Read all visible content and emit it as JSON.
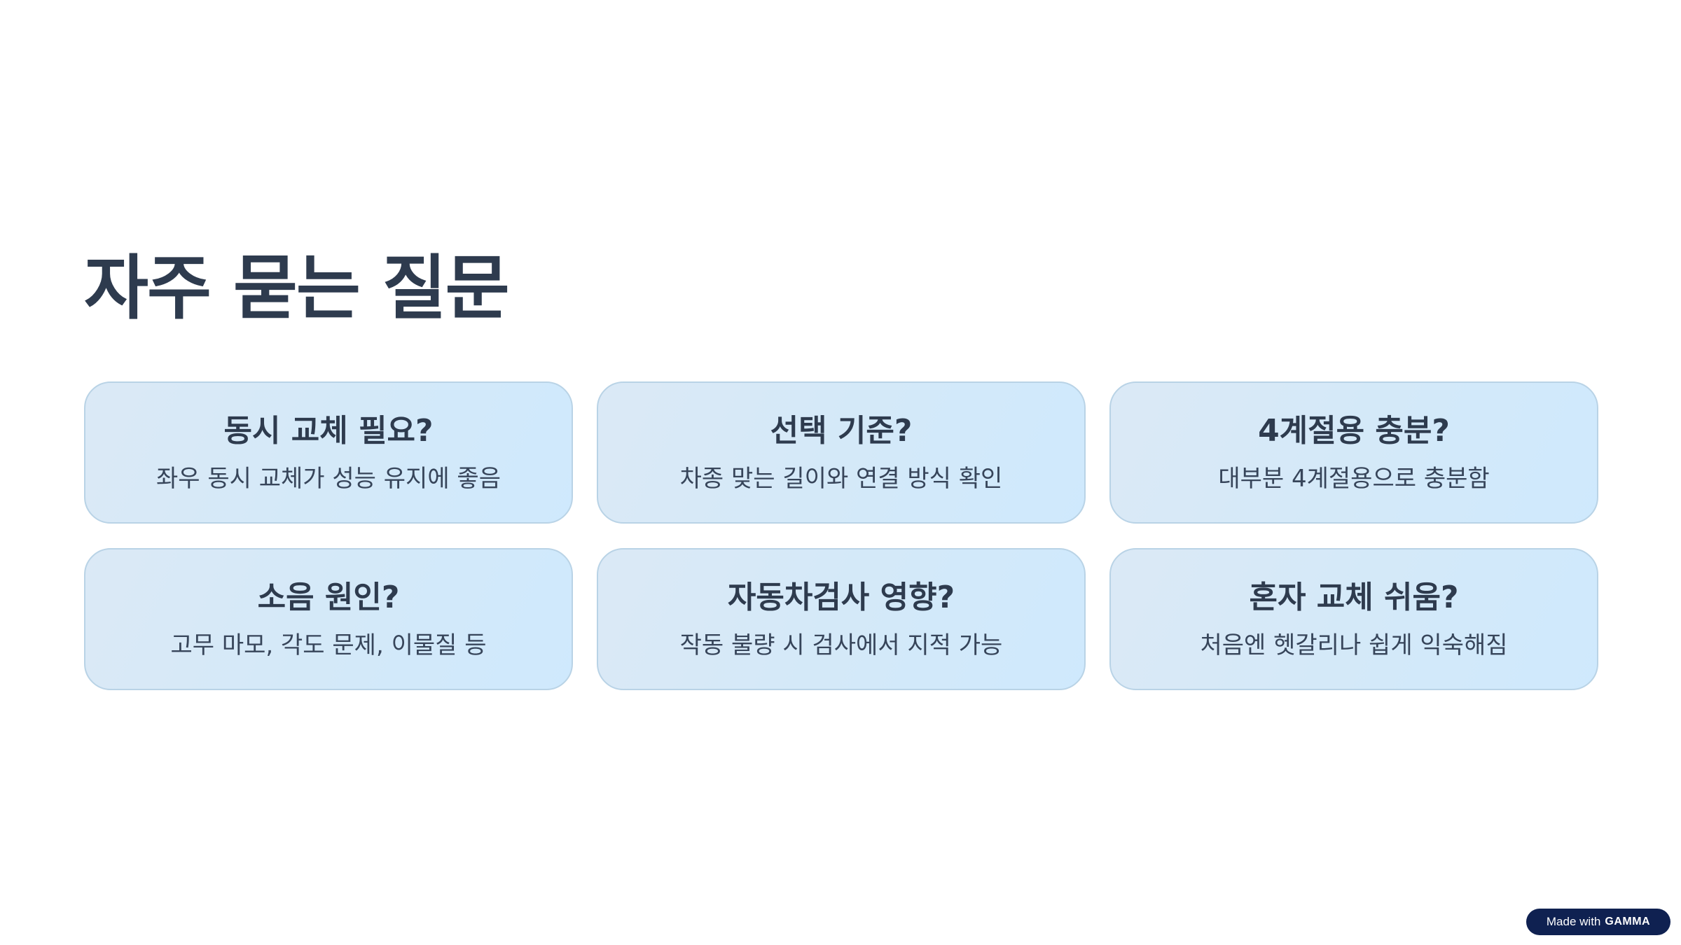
{
  "page": {
    "title": "자주 묻는 질문"
  },
  "faq": [
    {
      "question": "동시 교체 필요?",
      "answer": "좌우 동시 교체가 성능 유지에 좋음"
    },
    {
      "question": "선택 기준?",
      "answer": "차종 맞는 길이와 연결 방식 확인"
    },
    {
      "question": "4계절용 충분?",
      "answer": "대부분 4계절용으로 충분함"
    },
    {
      "question": "소음 원인?",
      "answer": "고무 마모, 각도 문제, 이물질 등"
    },
    {
      "question": "자동차검사 영향?",
      "answer": "작동 불량 시 검사에서 지적 가능"
    },
    {
      "question": "혼자 교체 쉬움?",
      "answer": "처음엔 헷갈리나 쉽게 익숙해짐"
    }
  ],
  "badge": {
    "prefix": "Made with",
    "brand": "GAMMA"
  },
  "colors": {
    "title": "#2e3b4e",
    "card_border": "#b9d3e6",
    "card_fill_start": "#dbe9f6",
    "card_fill_end": "#cfe9fd",
    "badge_background": "#0f2151"
  }
}
